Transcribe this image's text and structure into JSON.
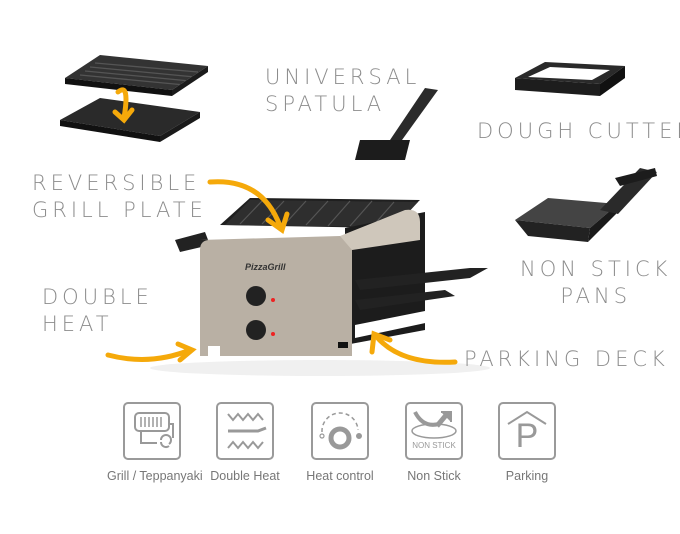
{
  "callouts": {
    "spatula": [
      "Universal",
      "Spatula"
    ],
    "dough_cutter": "Dough Cutter",
    "grill_plate": [
      "Reversible",
      "Grill Plate"
    ],
    "pans": [
      "Non Stick",
      "Pans"
    ],
    "double_heat": [
      "Double",
      "Heat"
    ],
    "parking_deck": "Parking Deck"
  },
  "brand": "PizzaGrill",
  "features": [
    {
      "label": "Grill / Teppanyaki",
      "icon": "grill-teppanyaki-icon"
    },
    {
      "label": "Double Heat",
      "icon": "double-heat-icon"
    },
    {
      "label": "Heat control",
      "icon": "heat-control-icon"
    },
    {
      "label": "Non Stick",
      "icon": "non-stick-icon",
      "icon_text": "NON STICK"
    },
    {
      "label": "Parking",
      "icon": "parking-icon",
      "icon_text": "P"
    }
  ],
  "colors": {
    "arrow": "#f5a90a",
    "label": "#8c8c8c",
    "body": "#b7ada0",
    "dark": "#2b2b2b"
  }
}
